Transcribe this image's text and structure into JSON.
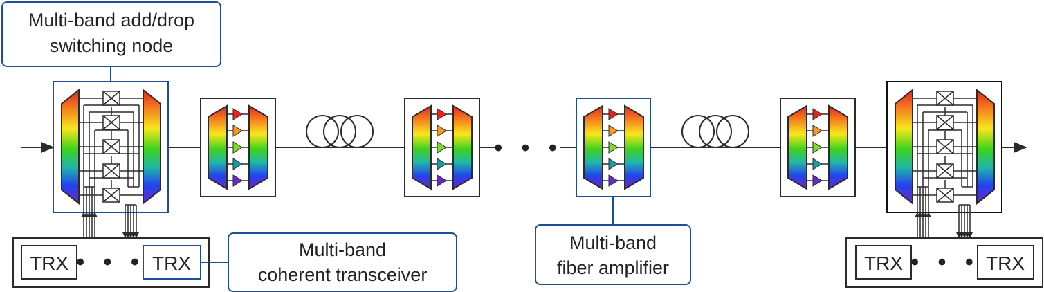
{
  "callouts": {
    "switching_node": [
      "Multi-band add/drop",
      "switching node"
    ],
    "transceiver": [
      "Multi-band",
      "coherent transceiver"
    ],
    "amplifier": [
      "Multi-band",
      "fiber amplifier"
    ]
  },
  "trx_label": "TRX",
  "ellipsis": "• • •",
  "colors": {
    "highlight": "#1f4e96",
    "line": "#2b2b2b",
    "rainbow": [
      "#e8231c",
      "#f5821f",
      "#f8e71c",
      "#3fd21b",
      "#1fb8a8",
      "#2244ee",
      "#6a28c8"
    ],
    "amp_triangles": [
      "#e8231c",
      "#f59a1f",
      "#7edb2a",
      "#1b9aa8",
      "#6a28c8"
    ]
  }
}
